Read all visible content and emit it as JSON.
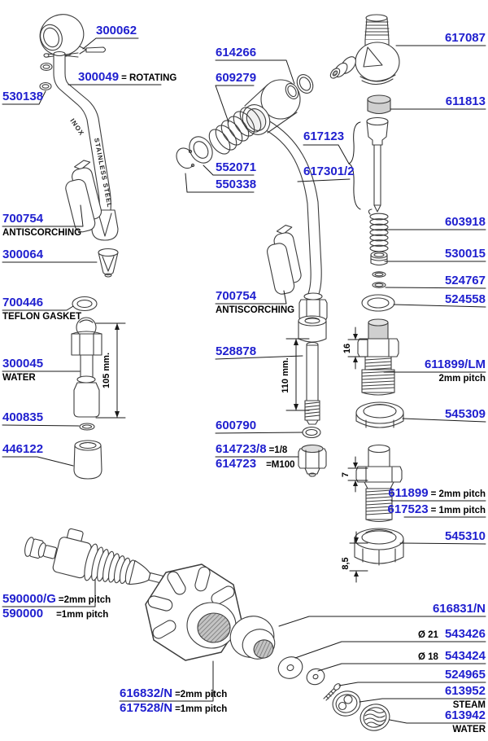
{
  "colors": {
    "part_number_blue": "#2020cf",
    "drawing_line": "#3c3c3c",
    "leader_line": "#1a1a1a",
    "metal_gray": "#cfcfcf"
  },
  "tube_markings": {
    "inox": "INOX",
    "stainless_steel": "STAINLESS STEEL"
  },
  "dimensions": {
    "height_105": "105 mm.",
    "height_110": "110 mm.",
    "dim_16": "16",
    "dim_7": "7",
    "dim_8_5": "8,5"
  },
  "labels": {
    "steam_knob_pin": {
      "number": "300062"
    },
    "steam_tap_tube": {
      "number": "300049",
      "note": "= ROTATING"
    },
    "oring_530138": {
      "number": "530138"
    },
    "grip_left": {
      "number": "700754",
      "caption": "ANTISCORCHING"
    },
    "tip_300064": {
      "number": "300064"
    },
    "gasket_700446": {
      "number": "700446",
      "caption": "TEFLON GASKET"
    },
    "spout_300045": {
      "number": "300045",
      "caption": "WATER"
    },
    "oring_400835": {
      "number": "400835"
    },
    "cup_446122": {
      "number": "446122"
    },
    "valve_590000g": {
      "number": "590000/G",
      "note": "=2mm pitch"
    },
    "valve_590000": {
      "number": "590000",
      "note": "=1mm pitch"
    },
    "knob_616832": {
      "number": "616832/N",
      "note": "=2mm pitch"
    },
    "knob_617528": {
      "number": "617528/N",
      "note": "=1mm pitch"
    },
    "orings_614266": {
      "number": "614266"
    },
    "spring_609279": {
      "number": "609279"
    },
    "washer_552071": {
      "number": "552071"
    },
    "circlip_550338": {
      "number": "550338"
    },
    "tube_617301": {
      "number": "617301/2"
    },
    "grip_center": {
      "number": "700754",
      "caption": "ANTISCORCHING"
    },
    "tube_528878": {
      "number": "528878"
    },
    "oring_600790": {
      "number": "600790"
    },
    "nut_614723_8": {
      "number": "614723/8",
      "note": "=1/8"
    },
    "nut_614723": {
      "number": "614723",
      "note": "=M100"
    },
    "valve_617087": {
      "number": "617087"
    },
    "cap_611813": {
      "number": "611813"
    },
    "stem_617123": {
      "number": "617123"
    },
    "spring_603918": {
      "number": "603918"
    },
    "bushing_530015": {
      "number": "530015"
    },
    "orings_524767": {
      "number": "524767"
    },
    "washer_524558": {
      "number": "524558"
    },
    "seat_611899lm": {
      "number": "611899/LM",
      "caption": "2mm pitch"
    },
    "ringnut_545309": {
      "number": "545309"
    },
    "seat_611899": {
      "number": "611899",
      "note": "= 2mm pitch"
    },
    "seat_617523": {
      "number": "617523",
      "note": "= 1mm pitch"
    },
    "ringnut_545310": {
      "number": "545310"
    },
    "insert_616831": {
      "number": "616831/N"
    },
    "disc_543426": {
      "number": "543426",
      "prefix": "Ø 21"
    },
    "disc_543424": {
      "number": "543424",
      "prefix": "Ø 18"
    },
    "pin_524965": {
      "number": "524965"
    },
    "badge_613952": {
      "number": "613952",
      "caption": "STEAM"
    },
    "badge_613942": {
      "number": "613942",
      "caption": "WATER"
    }
  }
}
